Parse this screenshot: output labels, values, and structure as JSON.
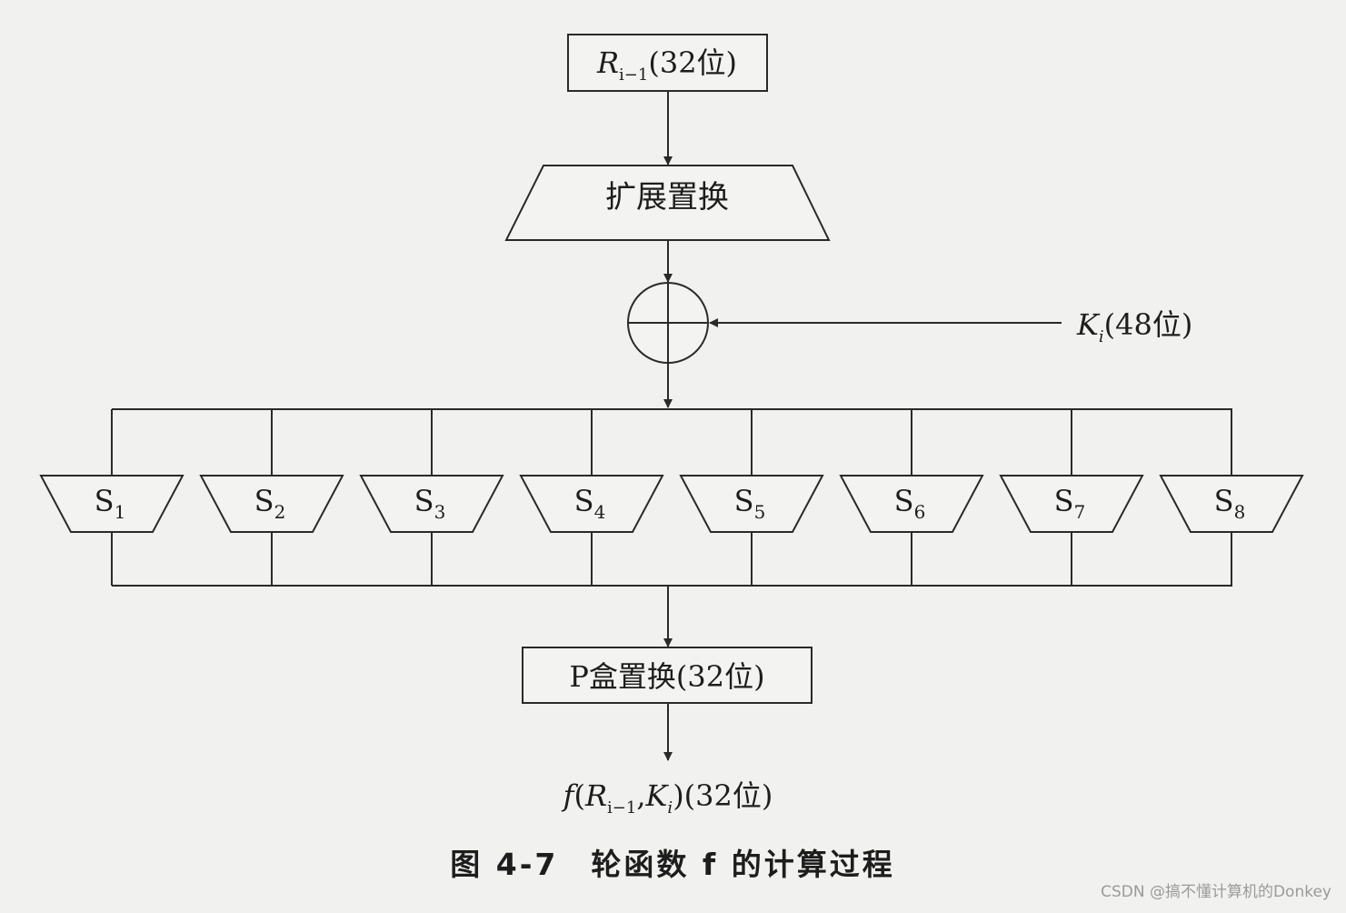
{
  "diagram": {
    "input_box": {
      "var": "R",
      "sub": "i−1",
      "bits": "(32位)"
    },
    "expansion": {
      "label": "扩展置换"
    },
    "xor": {
      "symbol": "circle-plus-icon"
    },
    "key": {
      "var": "K",
      "sub": "i",
      "bits": "(48位)"
    },
    "sboxes": [
      {
        "letter": "S",
        "index": "1"
      },
      {
        "letter": "S",
        "index": "2"
      },
      {
        "letter": "S",
        "index": "3"
      },
      {
        "letter": "S",
        "index": "4"
      },
      {
        "letter": "S",
        "index": "5"
      },
      {
        "letter": "S",
        "index": "6"
      },
      {
        "letter": "S",
        "index": "7"
      },
      {
        "letter": "S",
        "index": "8"
      }
    ],
    "pbox": {
      "label": "P盒置换(32位)"
    },
    "output": {
      "f": "f",
      "open": "(",
      "r": "R",
      "r_sub": "i−1",
      "comma": ",",
      "k": "K",
      "k_sub": "i",
      "close": ")",
      "bits": "(32位)"
    },
    "caption": "图 4-7　轮函数 f 的计算过程"
  },
  "watermark": "CSDN @搞不懂计算机的Donkey",
  "colors": {
    "background": "#f1f1ef",
    "line": "#2a2a2a",
    "text": "#1d1d1d"
  }
}
